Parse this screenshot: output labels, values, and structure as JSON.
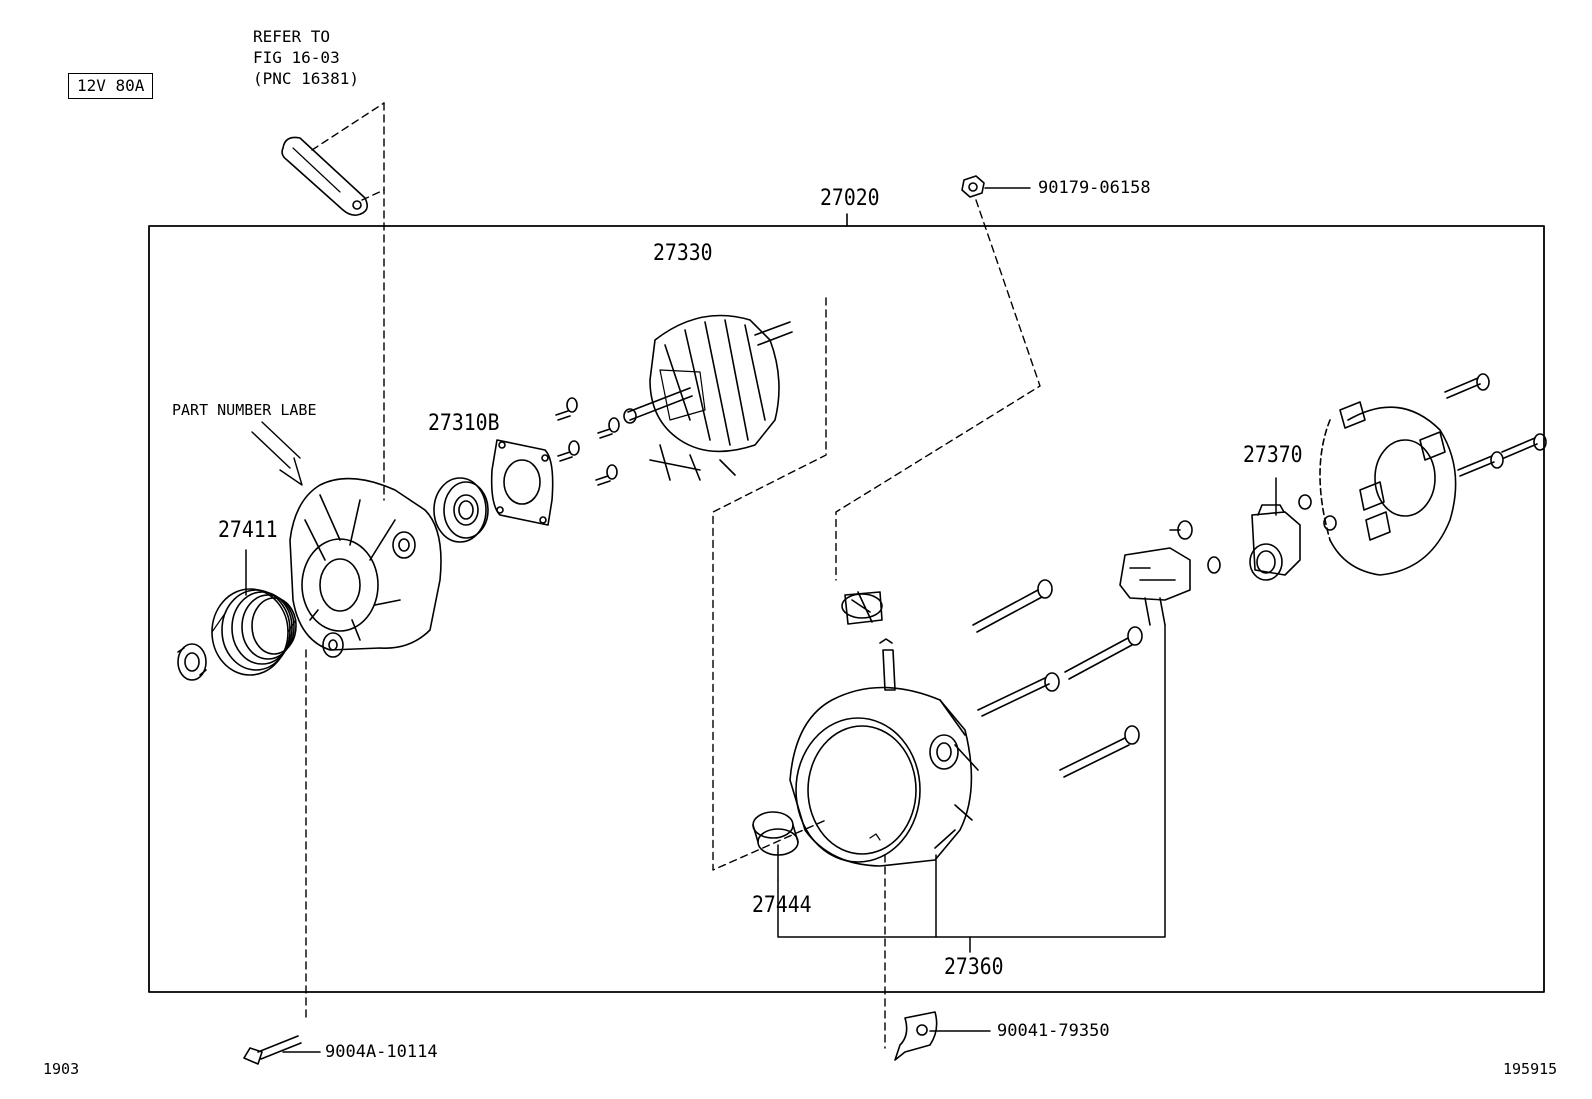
{
  "spec_box": "12V 80A",
  "refer_note": [
    "REFER TO",
    "FIG 16-03",
    "(PNC 16381)"
  ],
  "part_number_label": "PART NUMBER LABE",
  "assembly_pnc": "27020",
  "pncs": {
    "rotor": "27330",
    "bearing": "27310B",
    "pulley": "27411",
    "holder": "27370",
    "ring": "27444",
    "frame": "27360"
  },
  "part_numbers": {
    "nut": "90179-06158",
    "bolt": "9004A-10114",
    "clip": "90041-79350"
  },
  "footer": {
    "left": "1903",
    "right": "195915"
  }
}
